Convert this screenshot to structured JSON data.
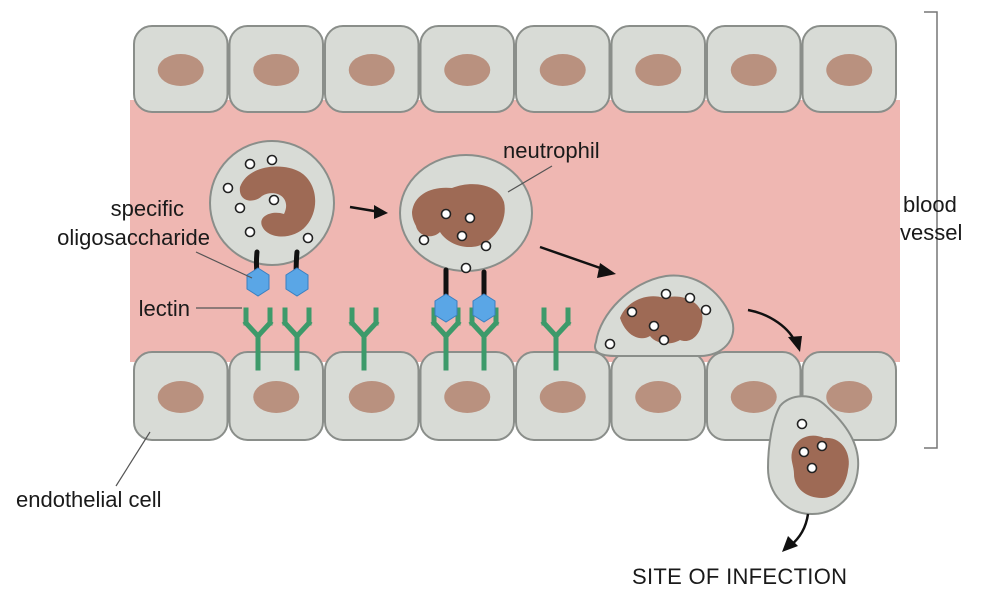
{
  "labels": {
    "specific_line1": "specific",
    "specific_line2": "oligosaccharide",
    "lectin": "lectin",
    "neutrophil": "neutrophil",
    "blood": "blood",
    "vessel": "vessel",
    "endothelial": "endothelial cell",
    "site": "SITE OF INFECTION"
  },
  "colors": {
    "lumen": "#efb7b2",
    "cell_fill": "#d8dbd6",
    "cell_stroke": "#8a8e8a",
    "nucleus": "#b9917f",
    "neutrophil_nucleus": "#9e6a55",
    "lectin": "#3d9a6a",
    "oligosaccharide": "#5aa6e6",
    "line": "#111111"
  }
}
